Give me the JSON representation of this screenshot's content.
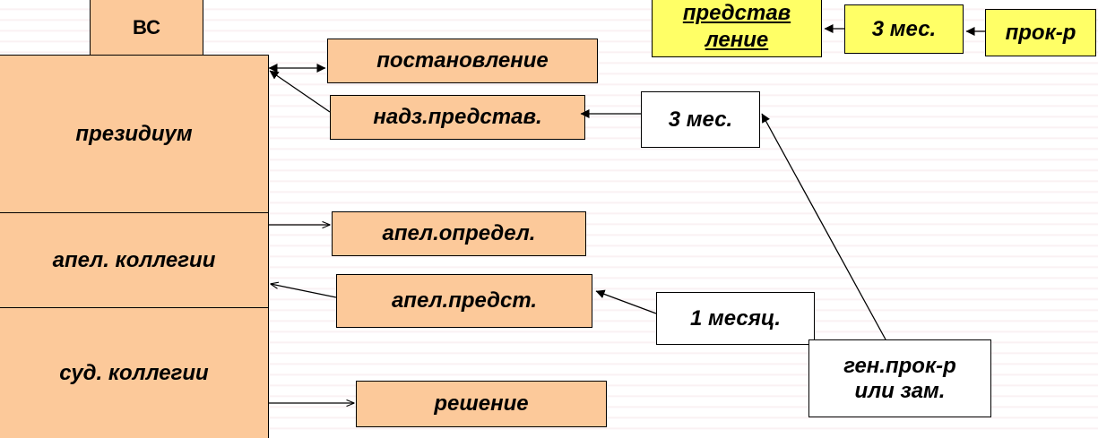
{
  "court": {
    "tab": "ВС",
    "presidium": "президиум",
    "appeal_collegium": "апел. коллегии",
    "judicial_collegium": "суд. коллегии"
  },
  "outputs": {
    "resolution": "постановление",
    "supervisory_submission": "надз.представ.",
    "appeal_ruling": "апел.определ.",
    "appeal_submission": "апел.предст.",
    "decision": "решение"
  },
  "terms": {
    "three_months": "3 мес.",
    "one_month": "1 месяц.",
    "prosecutor_general": "ген.прок-р\nили зам."
  },
  "top_chain": {
    "submission": "представ\nление",
    "three_months": "3 мес.",
    "prosecutor": "прок-р"
  },
  "colors": {
    "orange_fill": "#fcc99a",
    "yellow_fill": "#ffff66",
    "line": "#000000"
  }
}
